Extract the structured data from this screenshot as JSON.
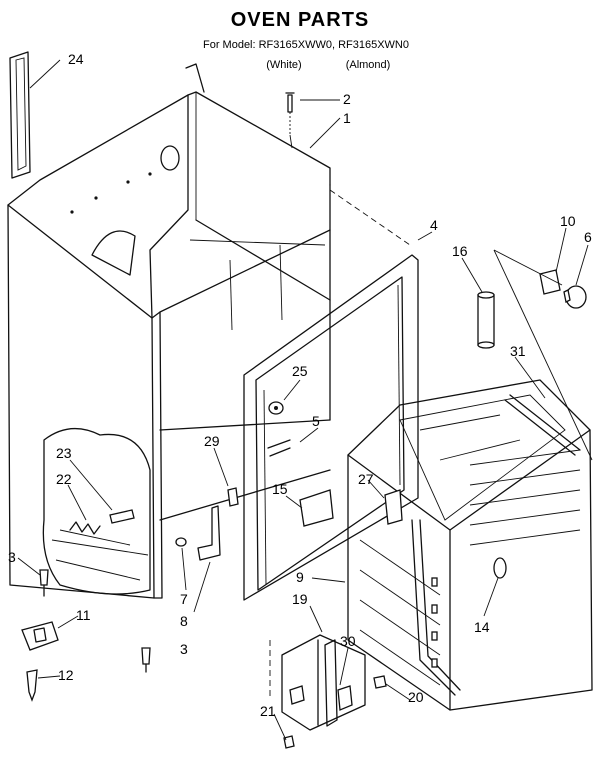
{
  "title": "OVEN PARTS",
  "model_line": "For Model: RF3165XWW0, RF3165XWN0",
  "variant_white": "(White)",
  "variant_almond": "(Almond)",
  "callouts": [
    "24",
    "2",
    "1",
    "4",
    "16",
    "10",
    "6",
    "31",
    "25",
    "5",
    "29",
    "15",
    "27",
    "23",
    "22",
    "3",
    "11",
    "12",
    "7",
    "8",
    "9",
    "14",
    "19",
    "30",
    "20",
    "21"
  ]
}
